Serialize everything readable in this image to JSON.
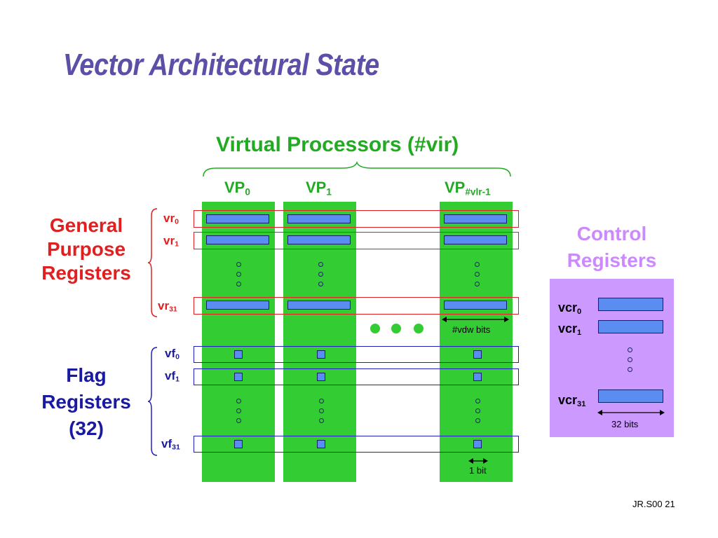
{
  "slide": {
    "title": "Vector Architectural State",
    "footer": "JR.S00 21"
  },
  "virtual_processors": {
    "heading": "Virtual Processors (#vir)",
    "columns": [
      {
        "base": "VP",
        "sub": "0"
      },
      {
        "base": "VP",
        "sub": "1"
      },
      {
        "base": "VP",
        "sub": "#vlr-1"
      }
    ]
  },
  "general_purpose": {
    "label_lines": [
      "General",
      "Purpose",
      "Registers"
    ],
    "rows": [
      {
        "base": "vr",
        "sub": "0"
      },
      {
        "base": "vr",
        "sub": "1"
      },
      {
        "base": "vr",
        "sub": "31"
      }
    ],
    "width_note": "#vdw bits"
  },
  "flag": {
    "label_lines": [
      "Flag",
      "Registers",
      "(32)"
    ],
    "rows": [
      {
        "base": "vf",
        "sub": "0"
      },
      {
        "base": "vf",
        "sub": "1"
      },
      {
        "base": "vf",
        "sub": "31"
      }
    ],
    "width_note": "1 bit"
  },
  "control": {
    "label_lines": [
      "Control",
      "Registers"
    ],
    "rows": [
      {
        "base": "vcr",
        "sub": "0"
      },
      {
        "base": "vcr",
        "sub": "1"
      },
      {
        "base": "vcr",
        "sub": "31"
      }
    ],
    "width_note": "32 bits"
  },
  "colors": {
    "title": "#5b4fa8",
    "vp_heading": "#22aa22",
    "gpr_label": "#e02020",
    "flag_label": "#1a1aa0",
    "control_label": "#cc88ff",
    "column_fill": "#33cc33",
    "register_fill": "#5b8cf0",
    "control_fill": "#cc99ff"
  }
}
